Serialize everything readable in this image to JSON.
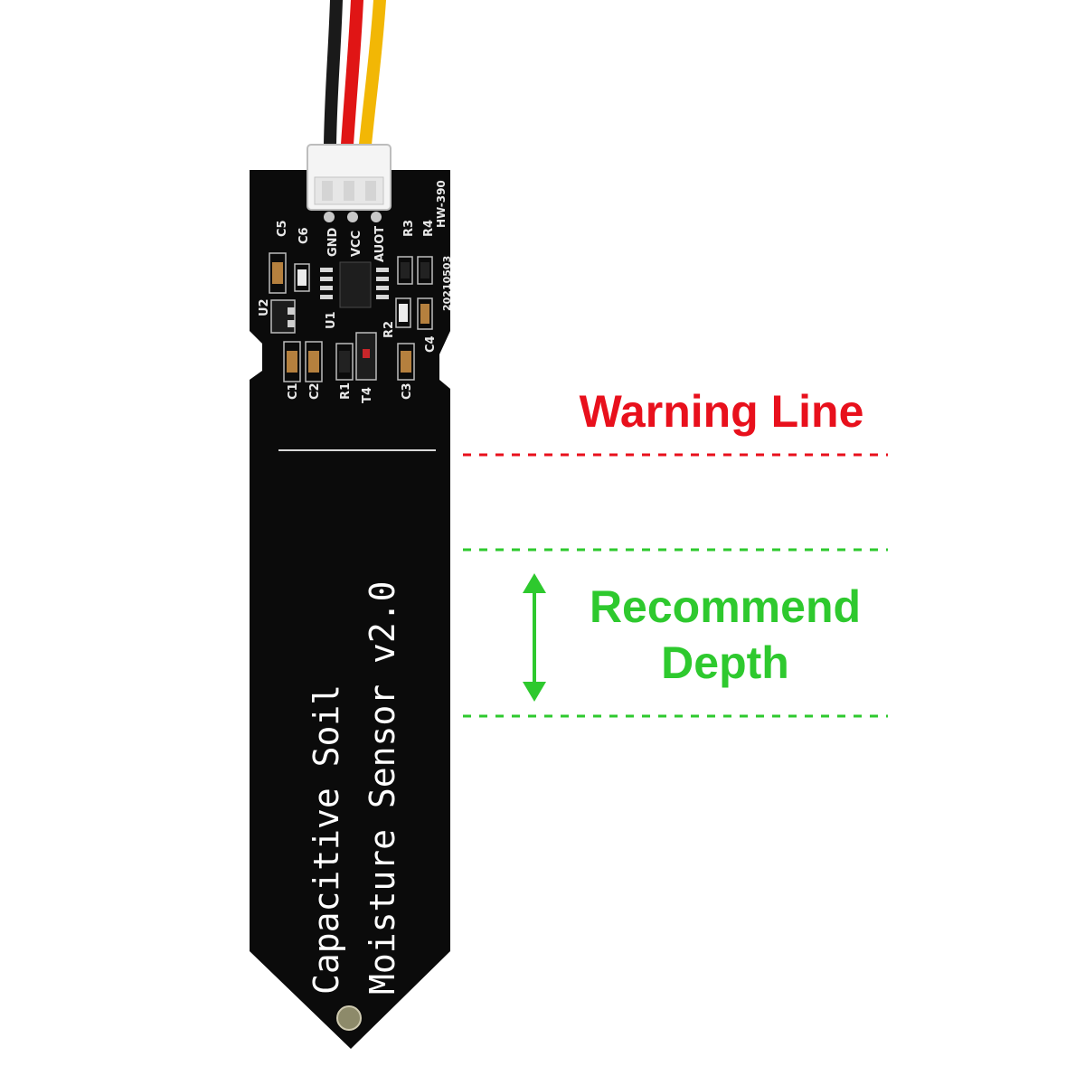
{
  "board": {
    "title_line1": "Capacitive Soil",
    "title_line2": "Moisture Sensor v2.0",
    "model": "HW-390",
    "date_code": "20210503",
    "pins": [
      "GND",
      "VCC",
      "AUOT"
    ],
    "components": [
      "C5",
      "C6",
      "U2",
      "U1",
      "R3",
      "R4",
      "R2",
      "C4",
      "C1",
      "C2",
      "R1",
      "T4",
      "C3"
    ]
  },
  "annotations": {
    "warning_label": "Warning Line",
    "recommend_line1": "Recommend",
    "recommend_line2": "Depth"
  },
  "colors": {
    "warning": "#e8101c",
    "recommend": "#2ec92e",
    "board": "#0b0b0b",
    "wire_red": "#e01515",
    "wire_yellow": "#f2b705",
    "wire_black": "#1a1a1a"
  }
}
